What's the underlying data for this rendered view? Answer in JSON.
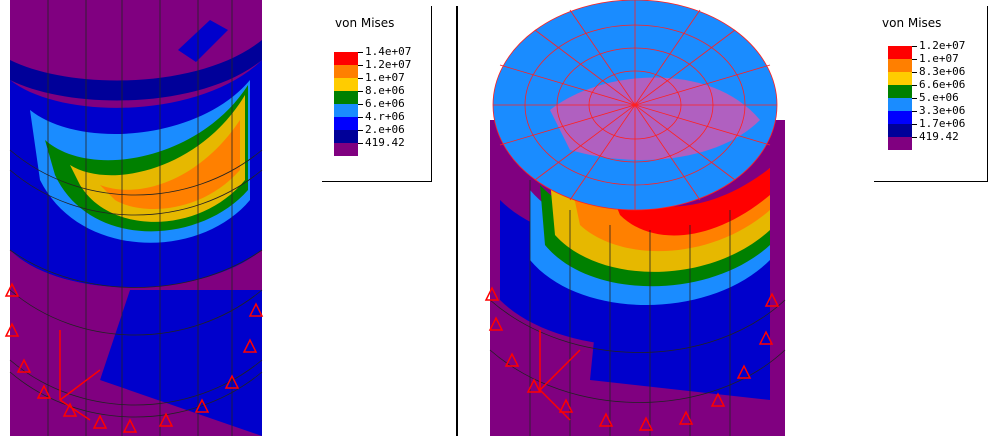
{
  "left_view": {
    "legend": {
      "title": "von Mises",
      "entries": [
        {
          "label": "1.4e+07",
          "color": "#ff0000"
        },
        {
          "label": "1.2e+07",
          "color": "#ff7f00"
        },
        {
          "label": "1.e+07",
          "color": "#ffcc00"
        },
        {
          "label": "8.e+06",
          "color": "#008000"
        },
        {
          "label": "6.e+06",
          "color": "#1a8cff"
        },
        {
          "label": "4.r+06",
          "color": "#0000ff"
        },
        {
          "label": "2.e+06",
          "color": "#000099"
        },
        {
          "label": "419.42",
          "color": "#800080"
        }
      ]
    }
  },
  "right_view": {
    "legend": {
      "title": "von Mises",
      "entries": [
        {
          "label": "1.2e+07",
          "color": "#ff0000"
        },
        {
          "label": "1.e+07",
          "color": "#ff7f00"
        },
        {
          "label": "8.3e+06",
          "color": "#ffcc00"
        },
        {
          "label": "6.6e+06",
          "color": "#008000"
        },
        {
          "label": "5.e+06",
          "color": "#1a8cff"
        },
        {
          "label": "3.3e+06",
          "color": "#0000ff"
        },
        {
          "label": "1.7e+06",
          "color": "#000099"
        },
        {
          "label": "419.42",
          "color": "#800080"
        }
      ]
    }
  }
}
